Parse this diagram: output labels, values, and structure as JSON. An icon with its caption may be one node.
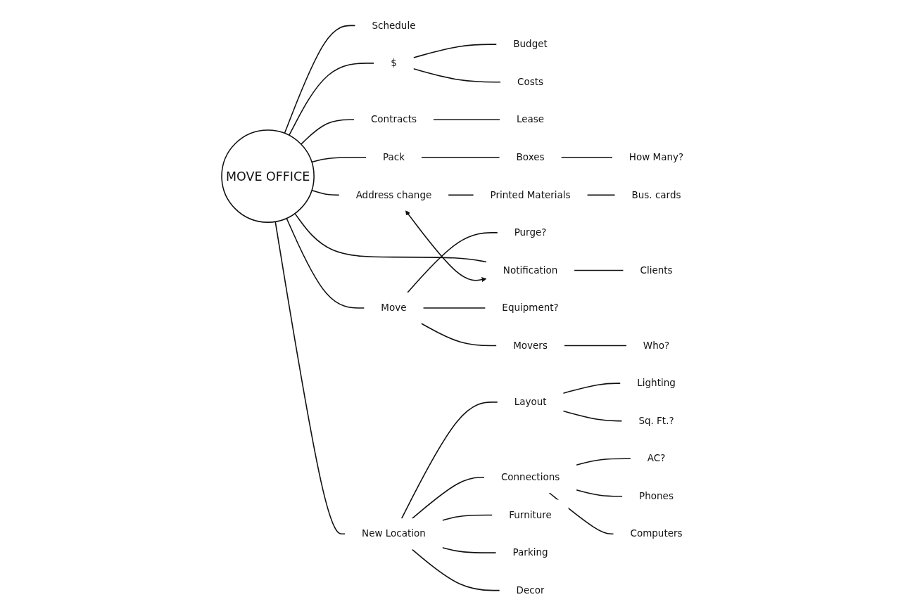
{
  "diagram": {
    "nodes": [
      {
        "text": [
          "MOVE OFFICE"
        ]
      },
      {
        "text": [
          "Schedule"
        ]
      },
      {
        "text": [
          "Budget"
        ]
      },
      {
        "text": [
          "Costs"
        ]
      },
      {
        "text": [
          "$"
        ]
      },
      {
        "text": [
          "Contracts"
        ]
      },
      {
        "text": [
          "Lease"
        ]
      },
      {
        "text": [
          "Pack"
        ]
      },
      {
        "text": [
          "Boxes"
        ]
      },
      {
        "text": [
          "How Many?"
        ]
      },
      {
        "text": [
          "Address change"
        ]
      },
      {
        "text": [
          "Printed Materials"
        ]
      },
      {
        "text": [
          "Purge?"
        ]
      },
      {
        "text": [
          "Move"
        ]
      },
      {
        "text": [
          "Movers"
        ]
      },
      {
        "text": [
          "Who?"
        ]
      },
      {
        "text": [
          "Bus. cards"
        ]
      },
      {
        "text": [
          "Equipment?"
        ]
      },
      {
        "text": [
          "Notification"
        ]
      },
      {
        "text": [
          "New Location"
        ]
      },
      {
        "text": [
          "Layout"
        ]
      },
      {
        "text": [
          "Connections"
        ]
      },
      {
        "text": [
          "Lighting"
        ]
      },
      {
        "text": [
          "Sq. Ft.?"
        ]
      },
      {
        "text": [
          "Furniture"
        ]
      },
      {
        "text": [
          "AC?"
        ]
      },
      {
        "text": [
          "Phones"
        ]
      },
      {
        "text": [
          "Computers"
        ]
      },
      {
        "text": [
          "Clients"
        ]
      },
      {
        "text": [
          "Parking"
        ]
      },
      {
        "text": [
          "Decor"
        ]
      }
    ],
    "edges": [
      {
        "from": 0,
        "to": 1,
        "arrow": "none"
      },
      {
        "from": 0,
        "to": 4,
        "arrow": "none"
      },
      {
        "from": 4,
        "to": 2,
        "arrow": "none"
      },
      {
        "from": 4,
        "to": 3,
        "arrow": "none"
      },
      {
        "from": 0,
        "to": 5,
        "arrow": "none"
      },
      {
        "from": 5,
        "to": 6,
        "arrow": "none"
      },
      {
        "from": 0,
        "to": 7,
        "arrow": "none"
      },
      {
        "from": 7,
        "to": 8,
        "arrow": "none"
      },
      {
        "from": 8,
        "to": 9,
        "arrow": "none"
      },
      {
        "from": 0,
        "to": 10,
        "arrow": "none"
      },
      {
        "from": 10,
        "to": 11,
        "arrow": "none"
      },
      {
        "from": 11,
        "to": 16,
        "arrow": "none"
      },
      {
        "from": 0,
        "to": 13,
        "arrow": "none"
      },
      {
        "from": 13,
        "to": 12,
        "arrow": "none"
      },
      {
        "from": 13,
        "to": 14,
        "arrow": "none"
      },
      {
        "from": 14,
        "to": 15,
        "arrow": "none"
      },
      {
        "from": 13,
        "to": 17,
        "arrow": "none"
      },
      {
        "from": 0,
        "to": 18,
        "arrow": "none"
      },
      {
        "from": 18,
        "to": 28,
        "arrow": "none"
      },
      {
        "from": 0,
        "to": 19,
        "arrow": "none"
      },
      {
        "from": 19,
        "to": 20,
        "arrow": "none"
      },
      {
        "from": 20,
        "to": 22,
        "arrow": "none"
      },
      {
        "from": 20,
        "to": 23,
        "arrow": "none"
      },
      {
        "from": 19,
        "to": 24,
        "arrow": "none"
      },
      {
        "from": 19,
        "to": 29,
        "arrow": "none"
      },
      {
        "from": 19,
        "to": 30,
        "arrow": "none"
      },
      {
        "from": 19,
        "to": 21,
        "arrow": "none"
      },
      {
        "from": 21,
        "to": 25,
        "arrow": "none"
      },
      {
        "from": 21,
        "to": 26,
        "arrow": "none"
      },
      {
        "from": 21,
        "to": 27,
        "arrow": "none"
      },
      {
        "from": 10,
        "to": 18,
        "arrow": "both"
      }
    ]
  }
}
